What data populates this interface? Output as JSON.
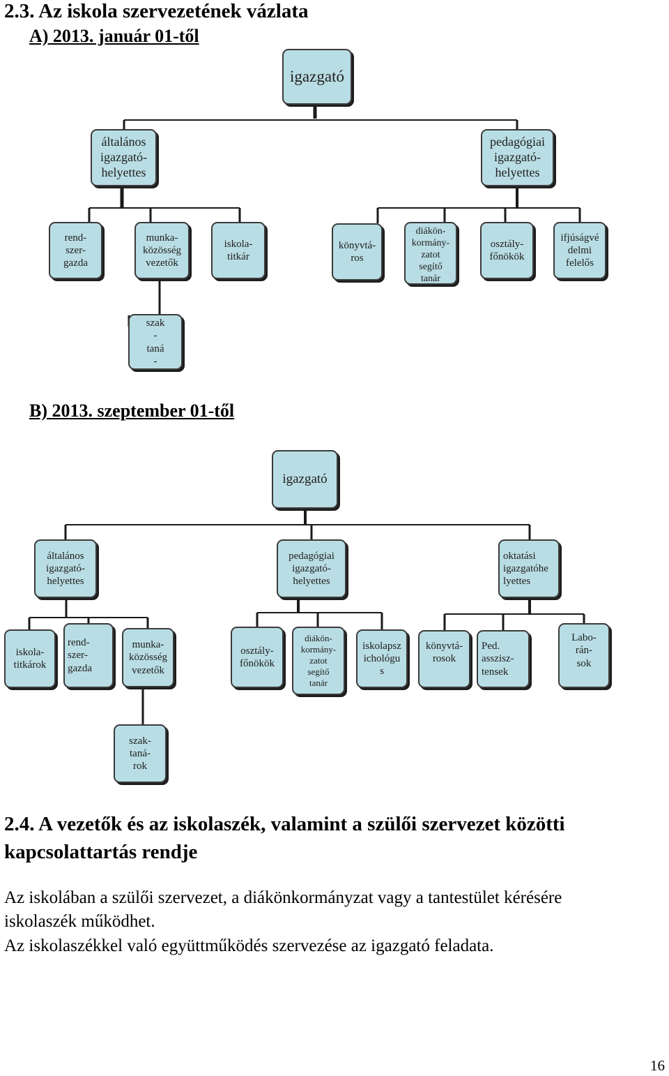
{
  "section_23": {
    "title": "2.3. Az iskola szervezetének vázlata",
    "part_a": "A) 2013. január 01-től",
    "part_b": "B) 2013. szeptember 01-től"
  },
  "chart_a": {
    "root": "igazgató",
    "left_deputy": "általános\nigazgató-\nhelyettes",
    "right_deputy": "pedagógiai\nigazgató-\nhelyettes",
    "left_children": [
      "rend-\nszer-\ngazda",
      "munka-\nközösség\nvezetők",
      "iskola-\ntitkár"
    ],
    "right_children": [
      "könyvtá-\nros",
      "diákön-\nkormány-\nzatot\nsegítő\ntanár",
      "osztály-\nfőnökök",
      "ifjúságvé\ndelmi\nfelelős"
    ],
    "bottom": "szak\n-\ntaná\n-\nrok"
  },
  "chart_b": {
    "root": "igazgató",
    "deputies": [
      "általános\nigazgató-\nhelyettes",
      "pedagógiai\nigazgató-\nhelyettes",
      "oktatási\nigazgatóhe\nlyettes"
    ],
    "children": [
      "iskola-\ntitkárok",
      "rend-\nszer-\ngazda",
      "munka-\nközösség\nvezetők",
      "osztály-\nfőnökök",
      "diákön-\nkormány-\nzatot\nsegítő\ntanár",
      "iskolapsz\nichológu\ns",
      "könyvtá-\nrosok",
      "Ped.\nasszisz-\ntensek",
      "Labo-\nrán-\nsok"
    ],
    "bottom": "szak-\ntaná-\nrok"
  },
  "section_24": {
    "title_line1": "2.4. A vezetők és az iskolaszék, valamint a szülői szervezet közötti",
    "title_line2": "kapcsolattartás rendje"
  },
  "paragraph": {
    "line1": "Az iskolában a szülői szervezet, a diákönkormányzat vagy a tantestület kérésére",
    "line2": "iskolaszék működhet.",
    "line3": "Az iskolaszékkel való együttműködés szervezése az igazgató feladata."
  },
  "page_number": "16"
}
